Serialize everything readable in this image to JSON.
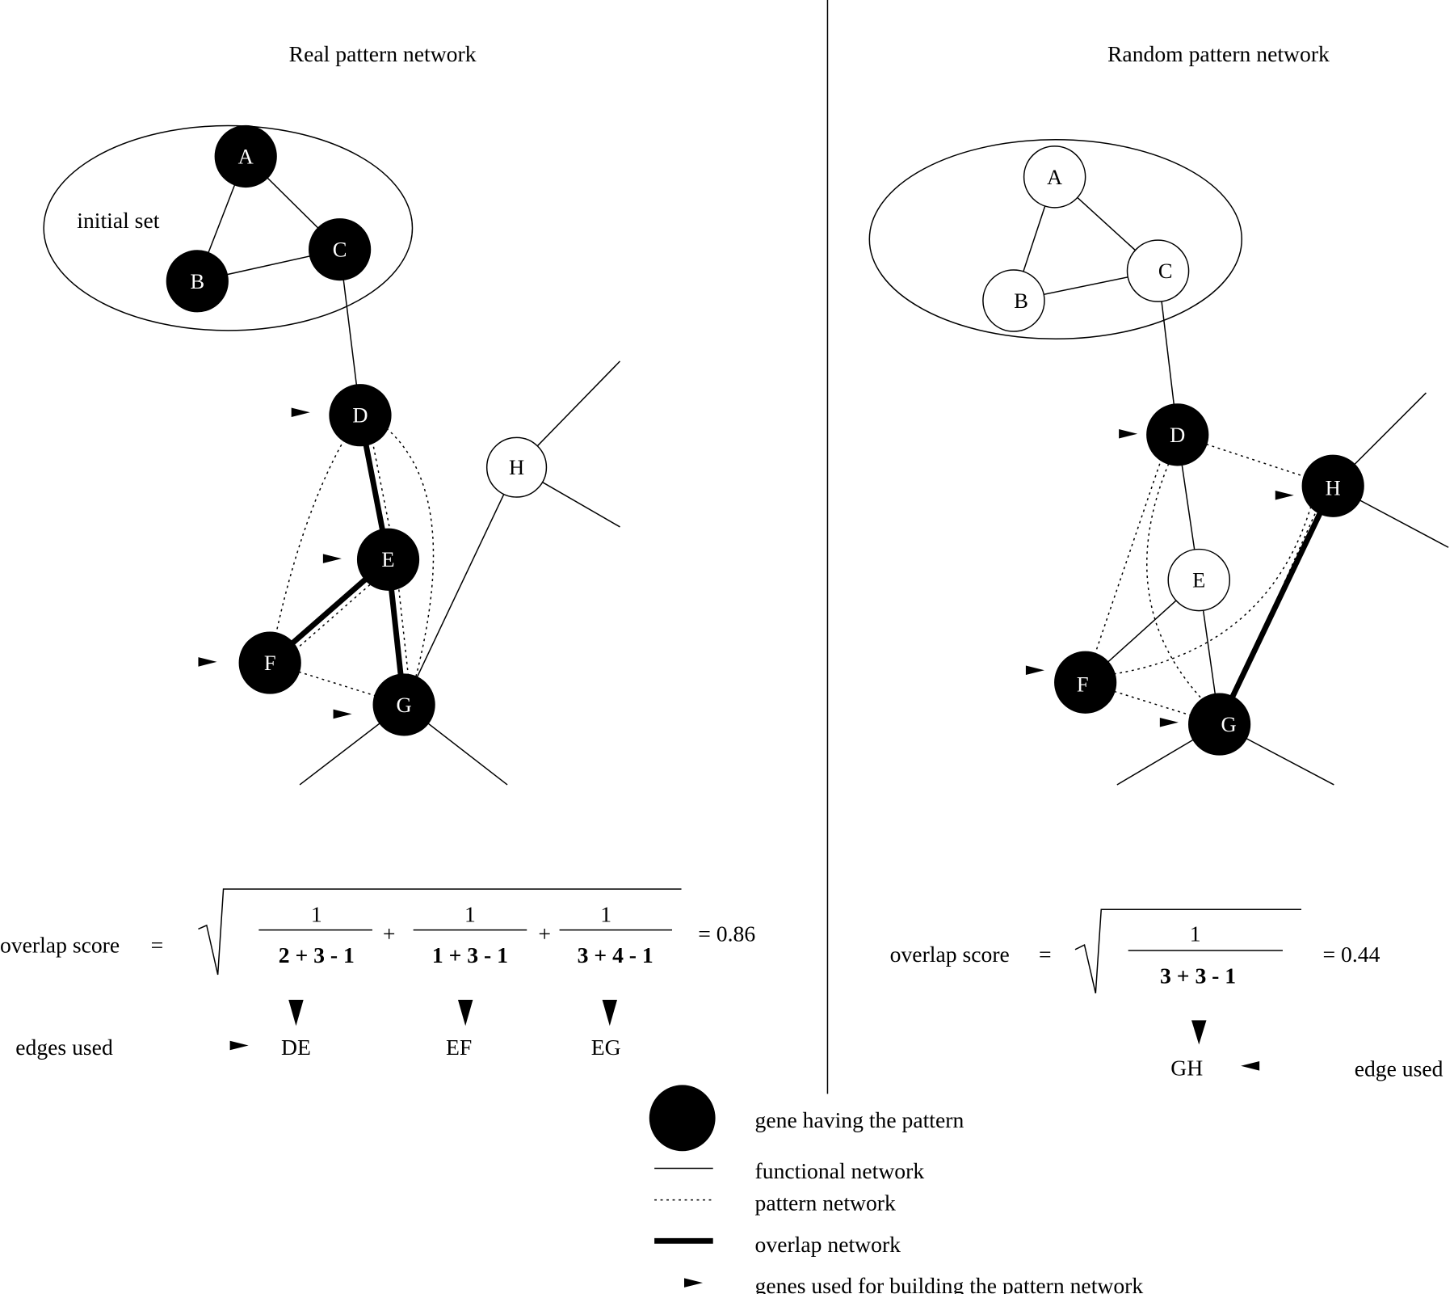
{
  "left_panel": {
    "title": "Real pattern network",
    "initial_set_label": "initial set",
    "nodes": {
      "A": "A",
      "B": "B",
      "C": "C",
      "D": "D",
      "E": "E",
      "F": "F",
      "G": "G",
      "H": "H"
    },
    "formula": {
      "label": "overlap score",
      "equals": "=",
      "numerators": [
        "1",
        "1",
        "1"
      ],
      "denominators": [
        "2 + 3 - 1",
        "1 + 3 - 1",
        "3 + 4 - 1"
      ],
      "plus": "+",
      "result": "= 0.86"
    },
    "edges_used_label": "edges used",
    "edges_used": [
      "DE",
      "EF",
      "EG"
    ]
  },
  "right_panel": {
    "title": "Random pattern network",
    "nodes": {
      "A": "A",
      "B": "B",
      "C": "C",
      "D": "D",
      "E": "E",
      "F": "F",
      "G": "G",
      "H": "H"
    },
    "formula": {
      "label": "overlap score",
      "equals": "=",
      "numerator": "1",
      "denominator": "3 + 3 - 1",
      "result": "= 0.44"
    },
    "edge_used_label": "edge used",
    "edge_used": "GH"
  },
  "legend": {
    "items": [
      {
        "symbol": "filled-circle",
        "label": "gene having the pattern"
      },
      {
        "symbol": "thin-line",
        "label": "functional network"
      },
      {
        "symbol": "dotted-line",
        "label": "pattern network"
      },
      {
        "symbol": "thick-line",
        "label": "overlap network"
      },
      {
        "symbol": "arrowhead",
        "label": "genes used for building the pattern network"
      }
    ]
  }
}
